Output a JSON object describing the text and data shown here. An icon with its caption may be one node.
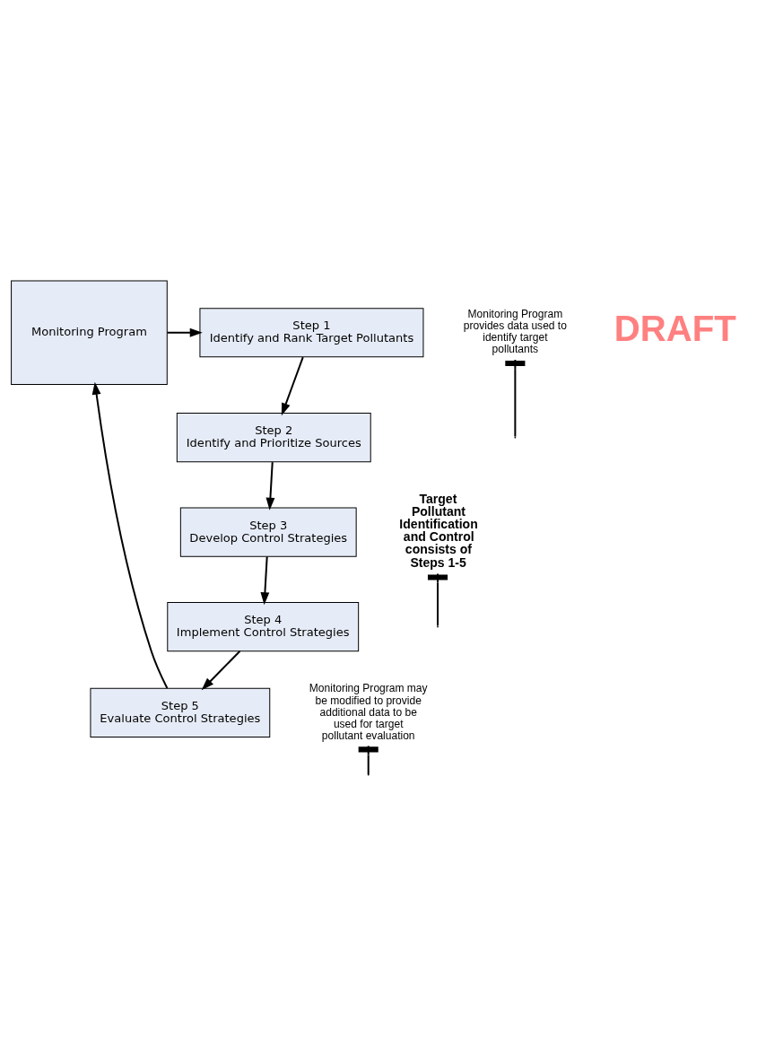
{
  "diagram": {
    "nodes": [
      {
        "text": [
          "Monitoring Program"
        ]
      },
      {
        "text": [
          "Step 1",
          "Identify and Rank Target Pollutants"
        ]
      },
      {
        "text": [
          "Step 2",
          "Identify and Prioritize Sources"
        ]
      },
      {
        "text": [
          "Step 3",
          "Develop Control Strategies"
        ]
      },
      {
        "text": [
          "Step 4",
          "Implement Control Strategies"
        ]
      },
      {
        "text": [
          "Step 5",
          "Evaluate Control Strategies"
        ]
      },
      {
        "text": [
          "Monitoring Program provides data used to identify target pollutants"
        ]
      },
      {
        "text": [
          "Target Pollutant Identification and Control consists of Steps 1-5"
        ]
      },
      {
        "text": [
          "Monitoring Program may be modified to provide additional data to be used for target pollutant evaluation"
        ]
      }
    ],
    "edges": [
      {
        "from": 0,
        "to": 1,
        "arrow": "to"
      },
      {
        "from": 1,
        "to": 2,
        "arrow": "to"
      },
      {
        "from": 2,
        "to": 3,
        "arrow": "to"
      },
      {
        "from": 3,
        "to": 4,
        "arrow": "to"
      },
      {
        "from": 4,
        "to": 5,
        "arrow": "to"
      },
      {
        "from": 5,
        "to": 0,
        "arrow": "to"
      },
      {
        "from": 6,
        "to": null,
        "arrow": "other"
      },
      {
        "from": 7,
        "to": null,
        "arrow": "other"
      },
      {
        "from": 8,
        "to": null,
        "arrow": "other"
      }
    ],
    "labels": [
      "DRAFT"
    ]
  }
}
